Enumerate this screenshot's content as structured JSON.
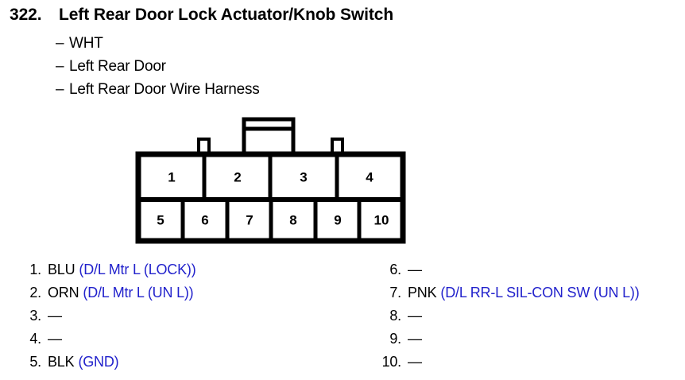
{
  "header": {
    "item_number": "322.",
    "title": "Left Rear Door Lock Actuator/Knob Switch",
    "dash": "–",
    "sub_lines": [
      "WHT",
      "Left Rear Door",
      "Left Rear Door Wire Harness"
    ]
  },
  "connector": {
    "top_row_pins": [
      "1",
      "2",
      "3",
      "4"
    ],
    "bottom_row_pins": [
      "5",
      "6",
      "7",
      "8",
      "9",
      "10"
    ],
    "tabs": [
      "left-notch",
      "center-tab",
      "right-notch"
    ],
    "outline_color": "#000000",
    "fill_color": "#ffffff"
  },
  "pin_table": {
    "empty_symbol": "—",
    "desc_color": "#2222cc",
    "left_column": [
      {
        "index": "1.",
        "wire": "BLU",
        "desc": "(D/L Mtr L (LOCK))"
      },
      {
        "index": "2.",
        "wire": "ORN",
        "desc": "(D/L Mtr L (UN L))"
      },
      {
        "index": "3.",
        "wire": "—",
        "desc": ""
      },
      {
        "index": "4.",
        "wire": "—",
        "desc": ""
      },
      {
        "index": "5.",
        "wire": "BLK",
        "desc": "(GND)"
      }
    ],
    "right_column": [
      {
        "index": "6.",
        "wire": "—",
        "desc": ""
      },
      {
        "index": "7.",
        "wire": "PNK",
        "desc": "(D/L RR-L SIL-CON SW (UN L))"
      },
      {
        "index": "8.",
        "wire": "—",
        "desc": ""
      },
      {
        "index": "9.",
        "wire": "—",
        "desc": ""
      },
      {
        "index": "10.",
        "wire": "—",
        "desc": ""
      }
    ]
  }
}
